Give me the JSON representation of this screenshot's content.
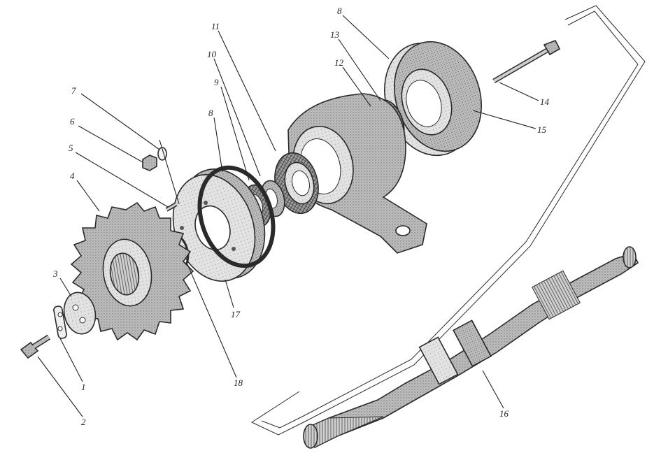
{
  "diagram": {
    "callouts": [
      {
        "id": "c1",
        "label": "1"
      },
      {
        "id": "c2",
        "label": "2"
      },
      {
        "id": "c3",
        "label": "3"
      },
      {
        "id": "c4",
        "label": "4"
      },
      {
        "id": "c5",
        "label": "5"
      },
      {
        "id": "c6",
        "label": "6"
      },
      {
        "id": "c7",
        "label": "7"
      },
      {
        "id": "c8a",
        "label": "8"
      },
      {
        "id": "c8b",
        "label": "8"
      },
      {
        "id": "c9",
        "label": "9"
      },
      {
        "id": "c10",
        "label": "10"
      },
      {
        "id": "c11",
        "label": "11"
      },
      {
        "id": "c12",
        "label": "12"
      },
      {
        "id": "c13",
        "label": "13"
      },
      {
        "id": "c14",
        "label": "14"
      },
      {
        "id": "c15",
        "label": "15"
      },
      {
        "id": "c16",
        "label": "16"
      },
      {
        "id": "c17",
        "label": "17"
      },
      {
        "id": "c18",
        "label": "18"
      }
    ]
  },
  "colors": {
    "ink": "#2a2a2a",
    "shade": "#9a9a9a",
    "light": "#d6d6d6",
    "paper": "#ffffff"
  }
}
